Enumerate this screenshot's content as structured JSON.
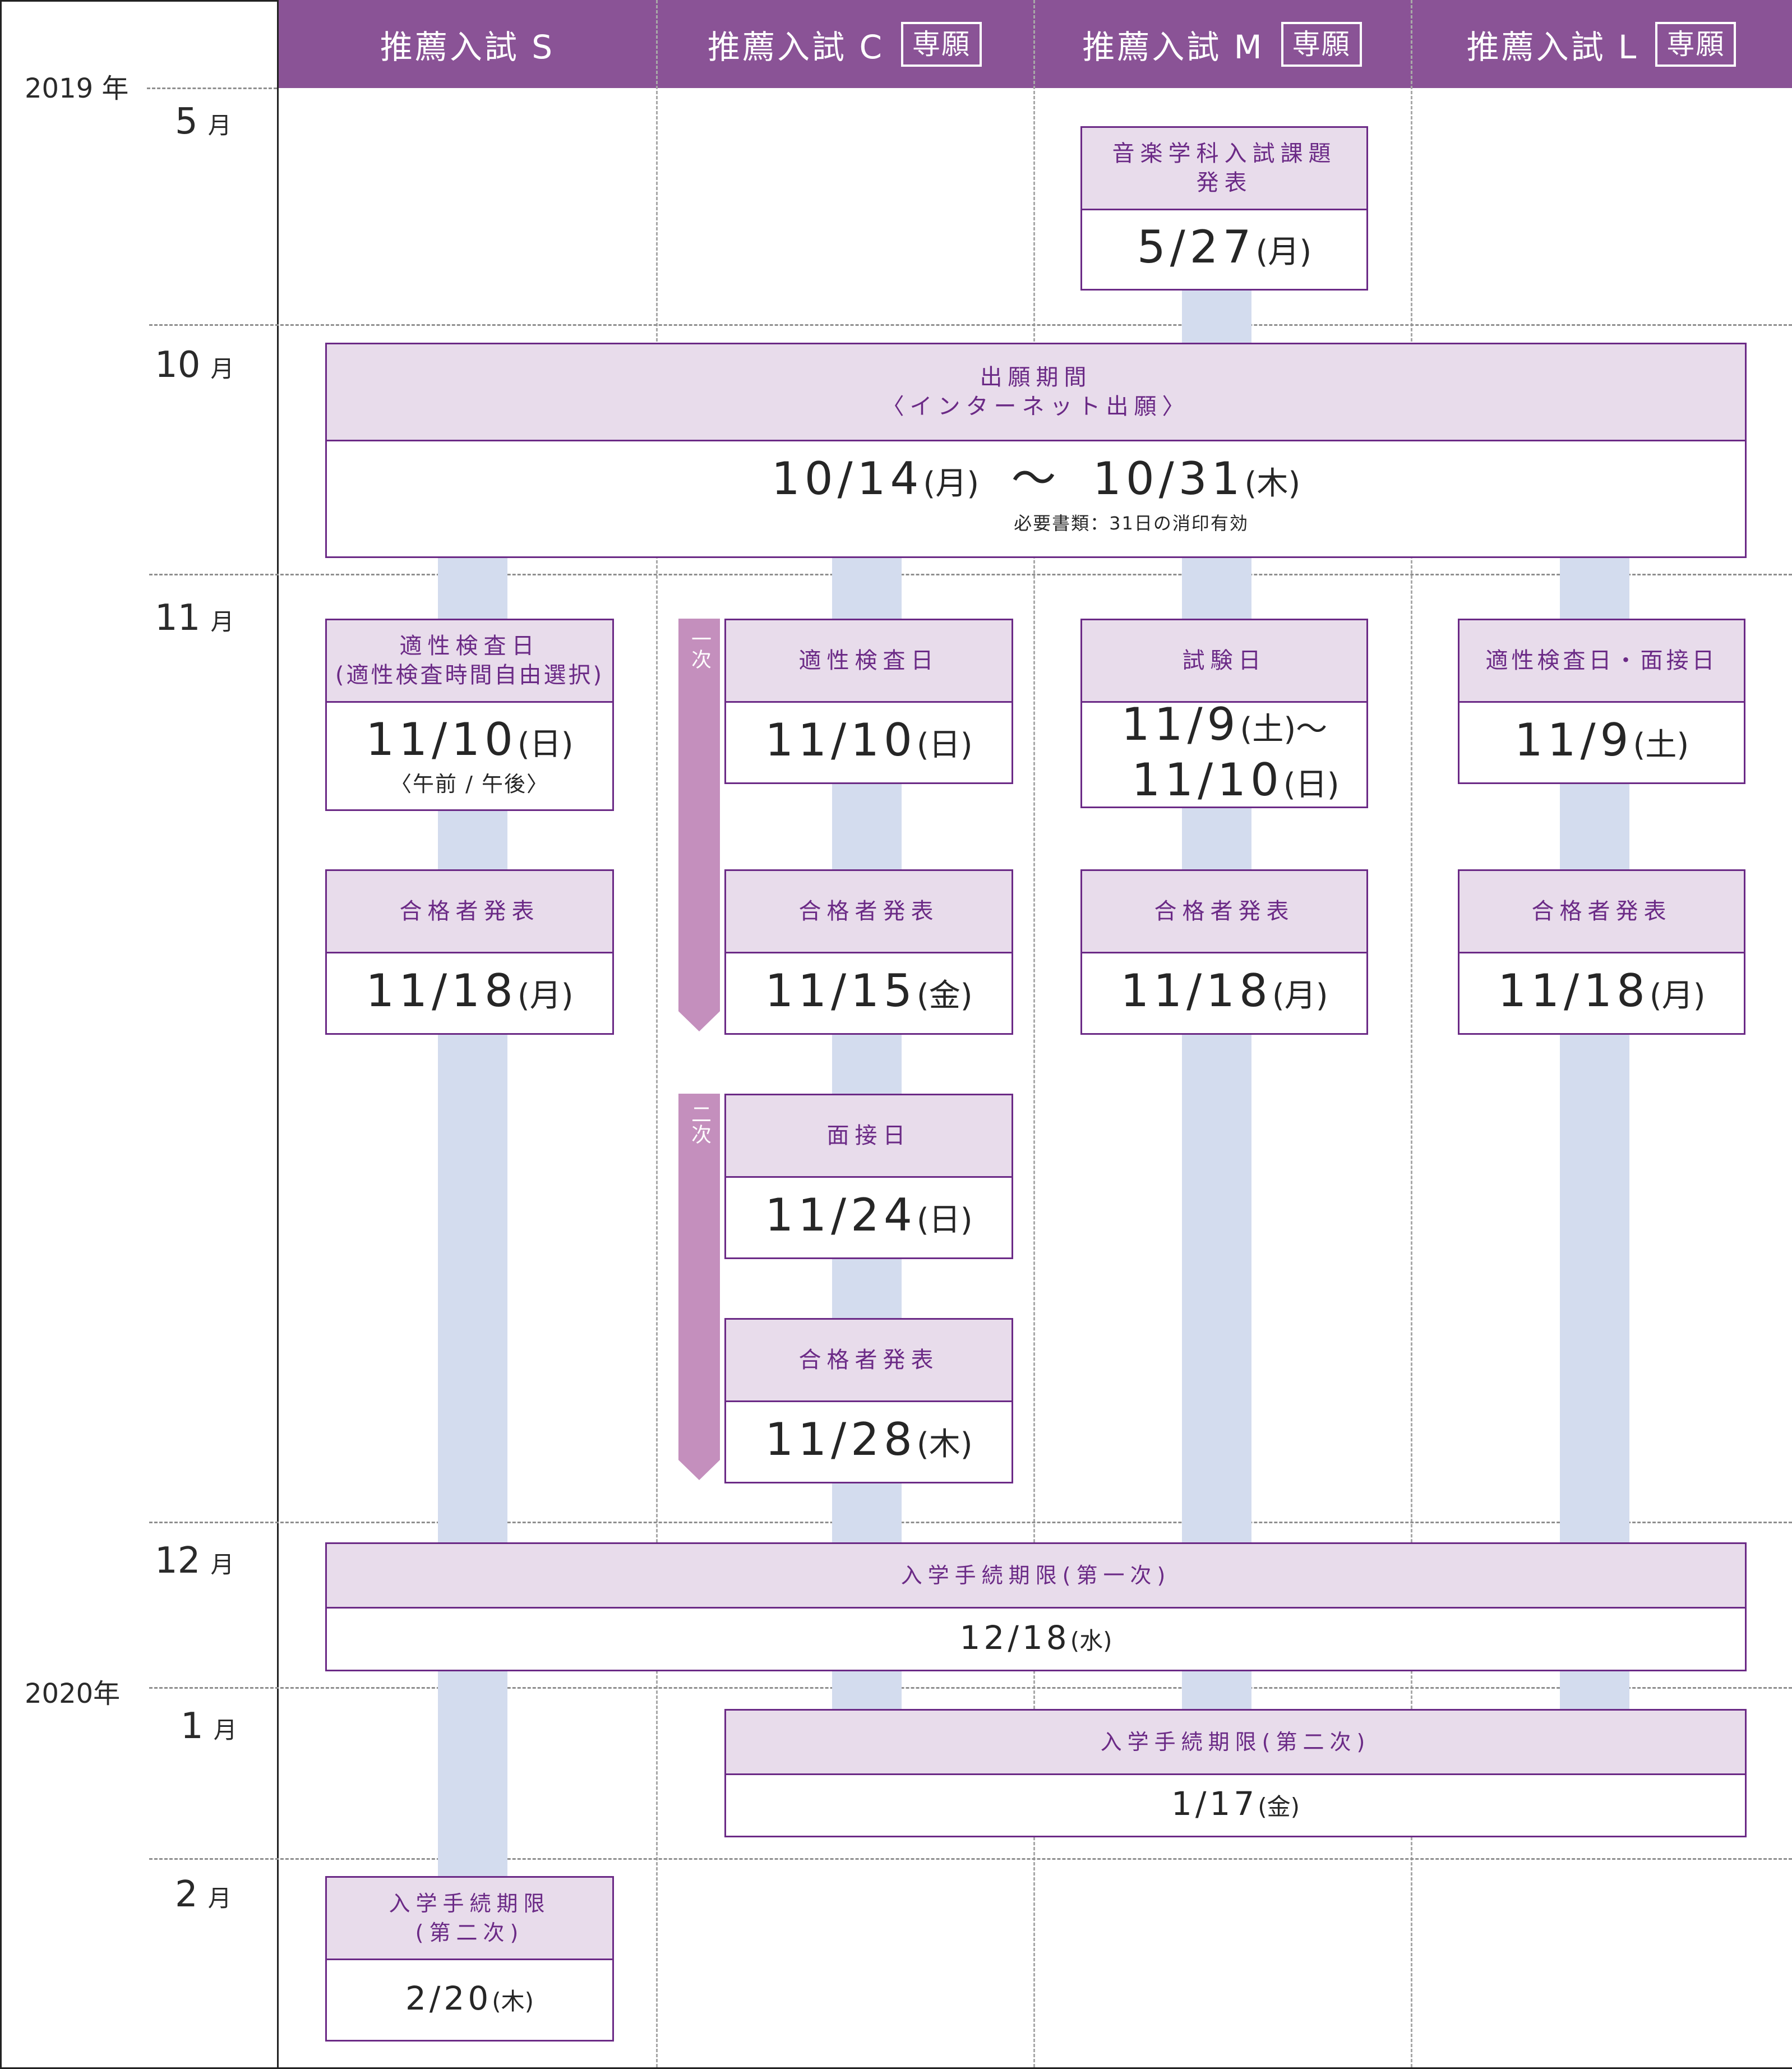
{
  "header": {
    "columns": [
      {
        "title": "推薦入試 S",
        "tag": ""
      },
      {
        "title": "推薦入試 C",
        "tag": "専願"
      },
      {
        "title": "推薦入試 M",
        "tag": "専願"
      },
      {
        "title": "推薦入試 L",
        "tag": "専願"
      }
    ]
  },
  "timeline": {
    "year_2019": "2019 年",
    "year_2020": "2020年",
    "months": {
      "may": {
        "num": "5",
        "unit": "月"
      },
      "oct": {
        "num": "10",
        "unit": "月"
      },
      "nov": {
        "num": "11",
        "unit": "月"
      },
      "dec": {
        "num": "12",
        "unit": "月"
      },
      "jan": {
        "num": "1",
        "unit": "月"
      },
      "feb": {
        "num": "2",
        "unit": "月"
      }
    }
  },
  "events": {
    "music_task": {
      "label1": "音楽学科入試課題",
      "label2": "発表",
      "date": "5/27",
      "weekday": "(月)"
    },
    "application": {
      "label1": "出願期間",
      "label2": "〈インターネット出願〉",
      "date": "10/14",
      "weekday": "(月)",
      "sep": "〜",
      "date2": "10/31",
      "weekday2": "(木)",
      "note": "必要書類：31日の消印有効"
    },
    "s_aptitude": {
      "label1": "適性検査日",
      "label2": "(適性検査時間自由選択)",
      "date": "11/10",
      "weekday": "(日)",
      "note": "〈午前 / 午後〉"
    },
    "s_result": {
      "label": "合格者発表",
      "date": "11/18",
      "weekday": "(月)"
    },
    "c_aptitude": {
      "label": "適性検査日",
      "date": "11/10",
      "weekday": "(日)"
    },
    "c_result1": {
      "label": "合格者発表",
      "date": "11/15",
      "weekday": "(金)"
    },
    "c_interview": {
      "label": "面接日",
      "date": "11/24",
      "weekday": "(日)"
    },
    "c_result2": {
      "label": "合格者発表",
      "date": "11/28",
      "weekday": "(木)"
    },
    "m_exam": {
      "label": "試験日",
      "date": "11/9",
      "weekday": "(土)",
      "sep": "〜",
      "date2": "11/10",
      "weekday2": "(日)"
    },
    "m_result": {
      "label": "合格者発表",
      "date": "11/18",
      "weekday": "(月)"
    },
    "l_exam": {
      "label": "適性検査日・面接日",
      "date": "11/9",
      "weekday": "(土)"
    },
    "l_result": {
      "label": "合格者発表",
      "date": "11/18",
      "weekday": "(月)"
    },
    "deadline1": {
      "label": "入学手続期限(第一次)",
      "date": "12/18",
      "weekday": "(水)"
    },
    "deadline2": {
      "label": "入学手続期限(第二次)",
      "date": "1/17",
      "weekday": "(金)"
    },
    "s_deadline2": {
      "label1": "入学手続期限",
      "label2": "(第二次)",
      "date": "2/20",
      "weekday": "(木)"
    }
  },
  "phases": {
    "first": "一次",
    "second": "二次"
  },
  "colors": {
    "header": "#8a5396",
    "label_bg": "#e8dceb",
    "border": "#6b2a86",
    "flow": "#d3dcee",
    "phase": "#c48fbd"
  }
}
